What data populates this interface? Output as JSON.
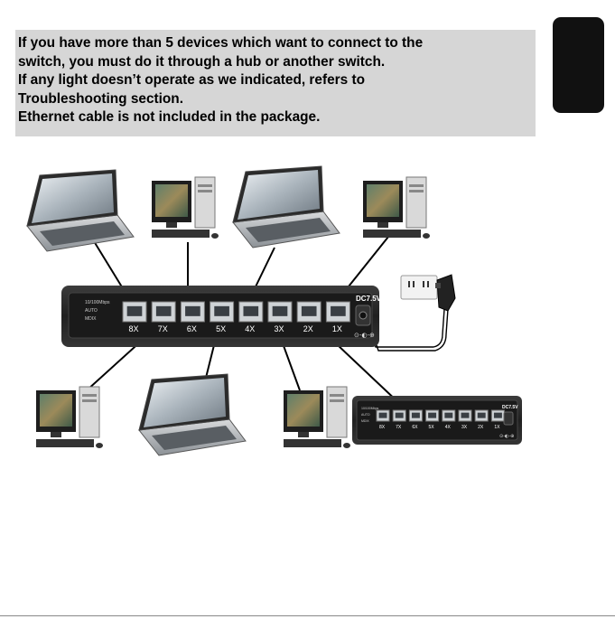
{
  "notes": [
    "If you have more than 5 devices which want to connect to the",
    "switch, you must do it through a hub or another switch.",
    "If any light doesn’t operate as we indicated, refers to",
    "Troubleshooting section.",
    "Ethernet cable is not included in the package."
  ],
  "main_switch": {
    "spec_lines": [
      "10/100Mbps",
      "AUTO",
      "MDIX"
    ],
    "power_label": "DC7.5V",
    "polarity_symbol": "⊙-◐-⊕",
    "ports": [
      "8X",
      "7X",
      "6X",
      "5X",
      "4X",
      "3X",
      "2X",
      "1X"
    ]
  },
  "second_switch": {
    "spec_lines": [
      "10/100Mbps",
      "AUTO",
      "MDIX"
    ],
    "power_label": "DC7.5V",
    "polarity_symbol": "⊙-◐-⊕",
    "ports": [
      "8X",
      "7X",
      "6X",
      "5X",
      "4X",
      "3X",
      "2X",
      "1X"
    ]
  },
  "icons": {
    "laptop": "laptop-icon",
    "desktop": "desktop-computer-icon",
    "outlet": "wall-outlet-icon",
    "adapter": "power-adapter-icon"
  },
  "colors": {
    "note_background": "#d6d6d6",
    "switch_body": "#2a2a2a",
    "port": "#cfd3d6",
    "cable": "#000000",
    "tab": "#111111"
  }
}
